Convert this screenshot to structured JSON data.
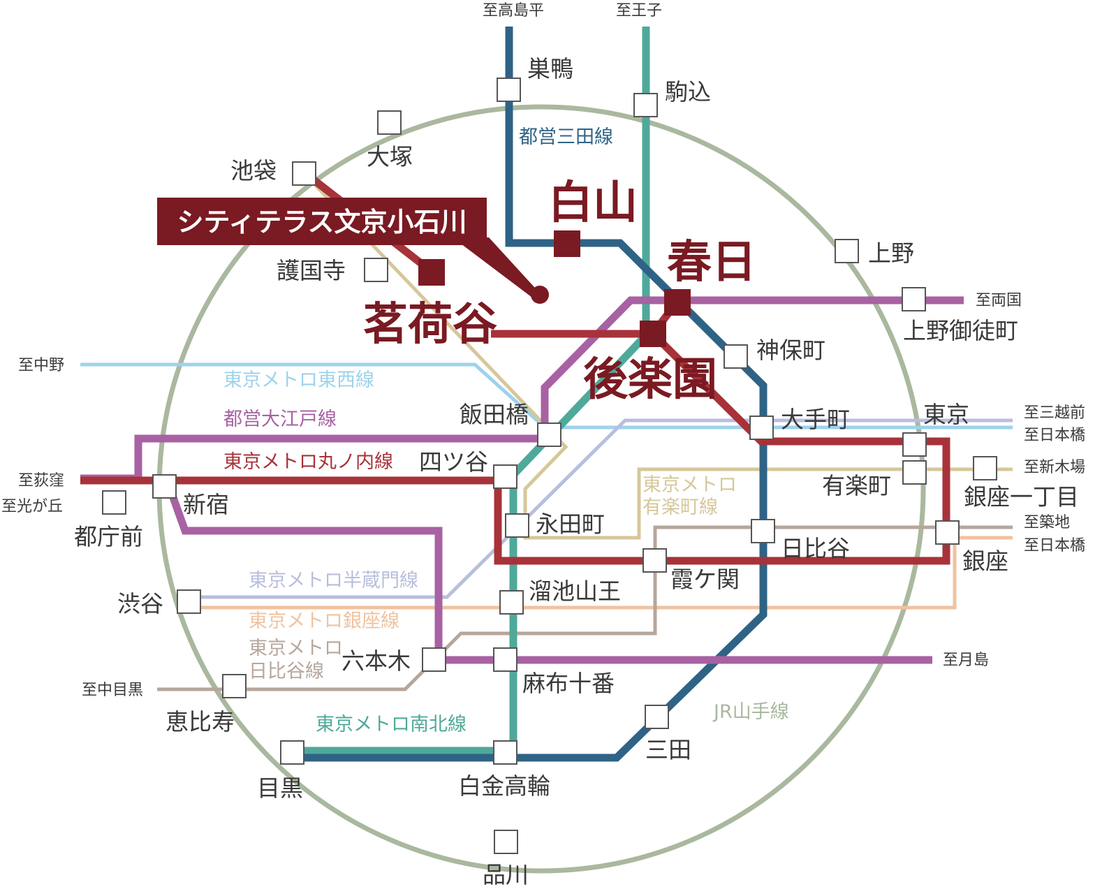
{
  "colors": {
    "yamanote": "#a9b89e",
    "mita": "#2f6386",
    "namboku": "#4fa99a",
    "marunouchi": "#a83239",
    "oedo": "#a861a3",
    "tozai": "#9dd2ec",
    "yurakucho": "#d6c79a",
    "hanzomon": "#b8bedc",
    "ginza": "#f0c29f",
    "hibiya": "#b6a69b",
    "accent": "#7a1a22"
  },
  "callout": {
    "label": "シティテラス文京小石川"
  },
  "line_labels": {
    "mita": "都営三田線",
    "tozai": "東京メトロ東西線",
    "oedo": "都営大江戸線",
    "marunouchi": "東京メトロ丸ノ内線",
    "yurakucho_1": "東京メトロ",
    "yurakucho_2": "有楽町線",
    "hanzomon": "東京メトロ半蔵門線",
    "ginza": "東京メトロ銀座線",
    "hibiya_1": "東京メトロ",
    "hibiya_2": "日比谷線",
    "namboku": "東京メトロ南北線",
    "yamanote": "JR山手線"
  },
  "destinations": {
    "takashimadaira": "至高島平",
    "oji": "至王子",
    "ryogoku": "至両国",
    "nakano": "至中野",
    "ogikubo": "至荻窪",
    "hikarigaoka": "至光が丘",
    "mitsukoshimae": "至三越前",
    "nihombashi_1": "至日本橋",
    "shinkiba": "至新木場",
    "tsukiji": "至築地",
    "nihombashi_2": "至日本橋",
    "tsukishima": "至月島",
    "nakameguro": "至中目黒"
  },
  "stations": {
    "sugamo": "巣鴨",
    "komagome": "駒込",
    "otsuka": "大塚",
    "ikebukuro": "池袋",
    "hakusan": "白山",
    "kasuga": "春日",
    "ueno": "上野",
    "gokokuji": "護国寺",
    "myogadani": "茗荷谷",
    "uenookachimachi": "上野御徒町",
    "jimbocho": "神保町",
    "korakuen": "後楽園",
    "iidabashi": "飯田橋",
    "otemachi": "大手町",
    "tokyo": "東京",
    "yotsuya": "四ツ谷",
    "yurakucho": "有楽町",
    "ginza_itchome": "銀座一丁目",
    "shinjuku": "新宿",
    "tochomae": "都庁前",
    "nagatacho": "永田町",
    "hibiya": "日比谷",
    "ginza": "銀座",
    "kasumigaseki": "霞ケ関",
    "tameike_sanno": "溜池山王",
    "shibuya": "渋谷",
    "roppongi": "六本木",
    "azabu_juban": "麻布十番",
    "ebisu": "恵比寿",
    "mita": "三田",
    "meguro": "目黒",
    "shirokane_takanawa": "白金高輪",
    "shinagawa": "品川"
  }
}
